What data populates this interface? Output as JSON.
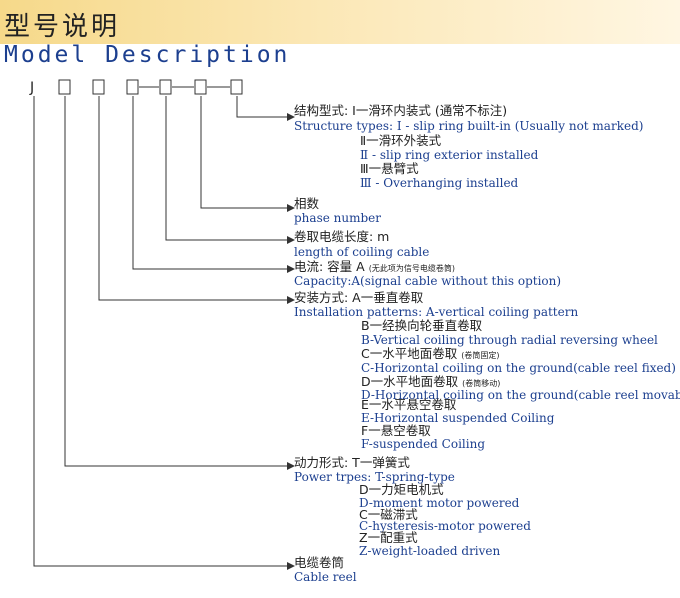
{
  "title": {
    "cn": "型号说明",
    "en": "Model Description"
  },
  "code": {
    "prefix": "J",
    "separator": "—"
  },
  "entries": {
    "structure": {
      "cn": "结构型式: Ⅰ一滑环内装式 (通常不标注)",
      "en": "Structure types: Ⅰ - slip ring built-in (Usually not marked)",
      "opt2_cn": "Ⅱ一滑环外装式",
      "opt2_en": "Ⅱ - slip ring exterior installed",
      "opt3_cn": "Ⅲ一悬臂式",
      "opt3_en": "Ⅲ - Overhanging installed"
    },
    "phase": {
      "cn": "相数",
      "en": "phase number"
    },
    "length": {
      "cn": "卷取电缆长度: m",
      "en": "length of coiling cable"
    },
    "current": {
      "cn": "电流: 容量 A",
      "cn_note": "(无此项为信号电缆卷筒)",
      "en": "Capacity:A(signal cable without this option)"
    },
    "installation": {
      "cn": "安装方式: A一垂直卷取",
      "en": "Installation patterns: A-vertical coiling pattern",
      "b_cn": "B一经换向轮垂直卷取",
      "b_en": "B-Vertical coiling through radial reversing wheel",
      "c_cn": "C一水平地面卷取",
      "c_note": "(卷筒固定)",
      "c_en": "C-Horizontal coiling on the ground(cable reel fixed)",
      "d_cn": "D一水平地面卷取",
      "d_note": "(卷筒移动)",
      "d_en": "D-Horizontal coiling on the ground(cable reel movable)",
      "e_cn": "E一水平悬空卷取",
      "e_en": "E-Horizontal suspended Coiling",
      "f_cn": "F一悬空卷取",
      "f_en": "F-suspended Coiling"
    },
    "power": {
      "cn": "动力形式: T一弹簧式",
      "en": "Power trpes: T-spring-type",
      "d_cn": "D一力矩电机式",
      "d_en": "D-moment motor powered",
      "c_cn": "C一磁滞式",
      "c_en": "C-hysteresis-motor powered",
      "z_cn": "Z一配重式",
      "z_en": "Z-weight-loaded driven"
    },
    "reel": {
      "cn": "电缆卷筒",
      "en": "Cable reel"
    }
  },
  "colors": {
    "title_band": "#f6d98a",
    "english_text": "#1c3f8f",
    "chinese_text": "#222222",
    "lines": "#333333"
  }
}
